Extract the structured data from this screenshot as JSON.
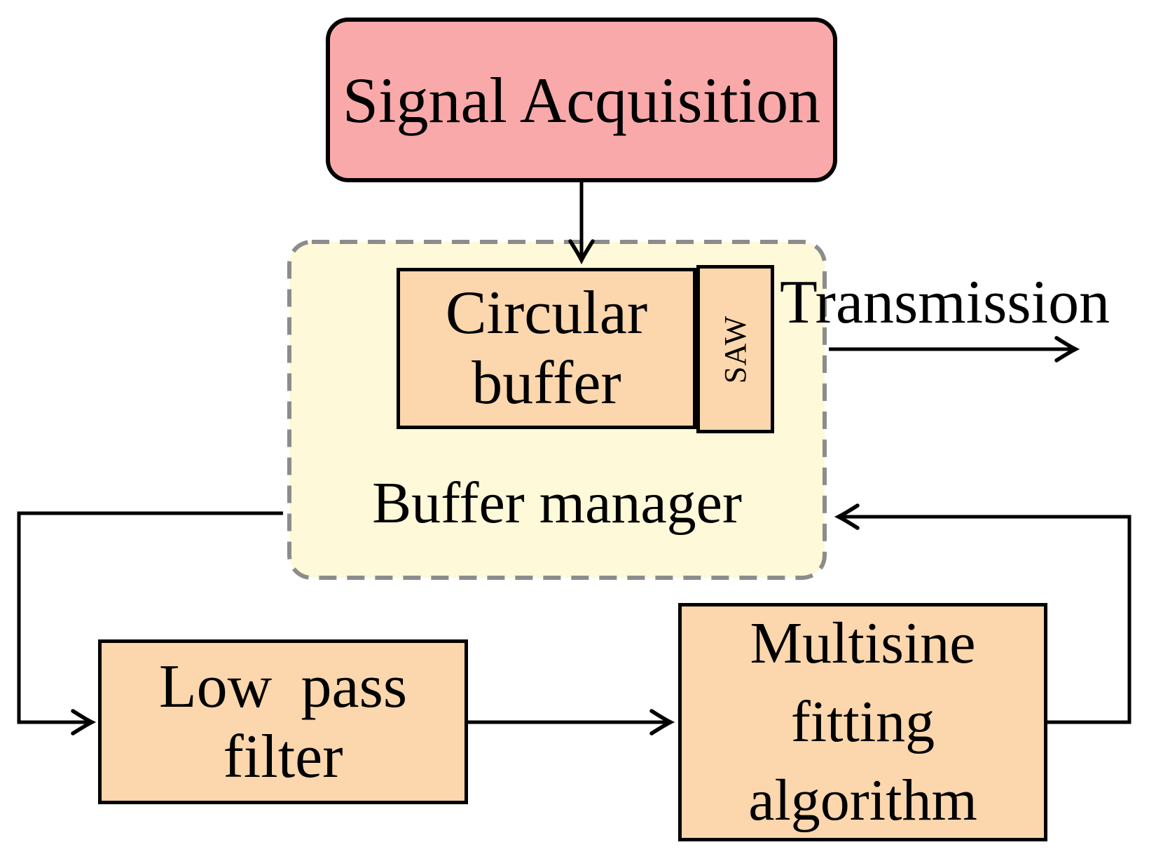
{
  "diagram": {
    "nodes": {
      "signal_acquisition": {
        "label": "Signal Acquisition"
      },
      "buffer_manager": {
        "label": "Buffer manager"
      },
      "circular_buffer": {
        "label": "Circular\nbuffer"
      },
      "saw": {
        "label": "SAW"
      },
      "low_pass_filter": {
        "label": "Low pass\nfilter"
      },
      "multisine_fitting": {
        "label": "Multisine\nfitting\nalgorithm"
      }
    },
    "edge_labels": {
      "transmission": "Transmission"
    },
    "colors": {
      "signal_acquisition_fill": "#F9A9A9",
      "signal_acquisition_border": "#000000",
      "process_box_fill": "#FCD6AC",
      "process_box_border": "#000000",
      "buffer_manager_fill": "#FDF9D9",
      "buffer_manager_border": "#8C8C8C",
      "connector": "#000000"
    }
  }
}
